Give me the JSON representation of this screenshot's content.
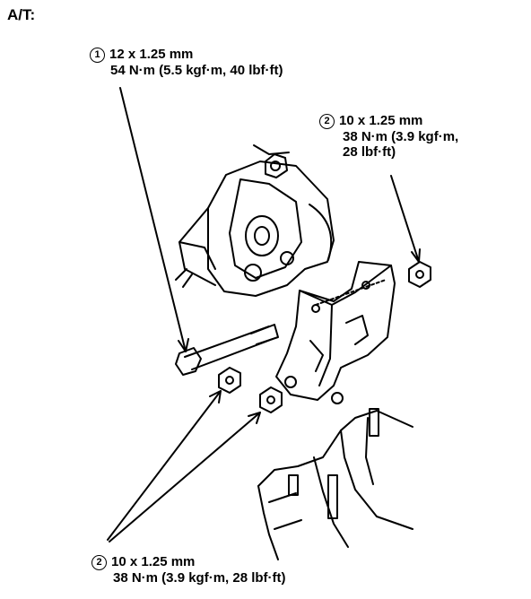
{
  "title": "A/T:",
  "callouts": [
    {
      "num": "1",
      "size": "12 x 1.25 mm",
      "torque_line1": "54 N·m (5.5 kgf·m, 40 lbf·ft)",
      "torque_line2": ""
    },
    {
      "num": "2",
      "size": "10 x 1.25 mm",
      "torque_line1": "38 N·m (3.9 kgf·m,",
      "torque_line2": "28 lbf·ft)"
    },
    {
      "num": "2",
      "size": "10 x 1.25 mm",
      "torque_line1": "38 N·m (3.9 kgf·m, 28 lbf·ft)",
      "torque_line2": ""
    }
  ]
}
